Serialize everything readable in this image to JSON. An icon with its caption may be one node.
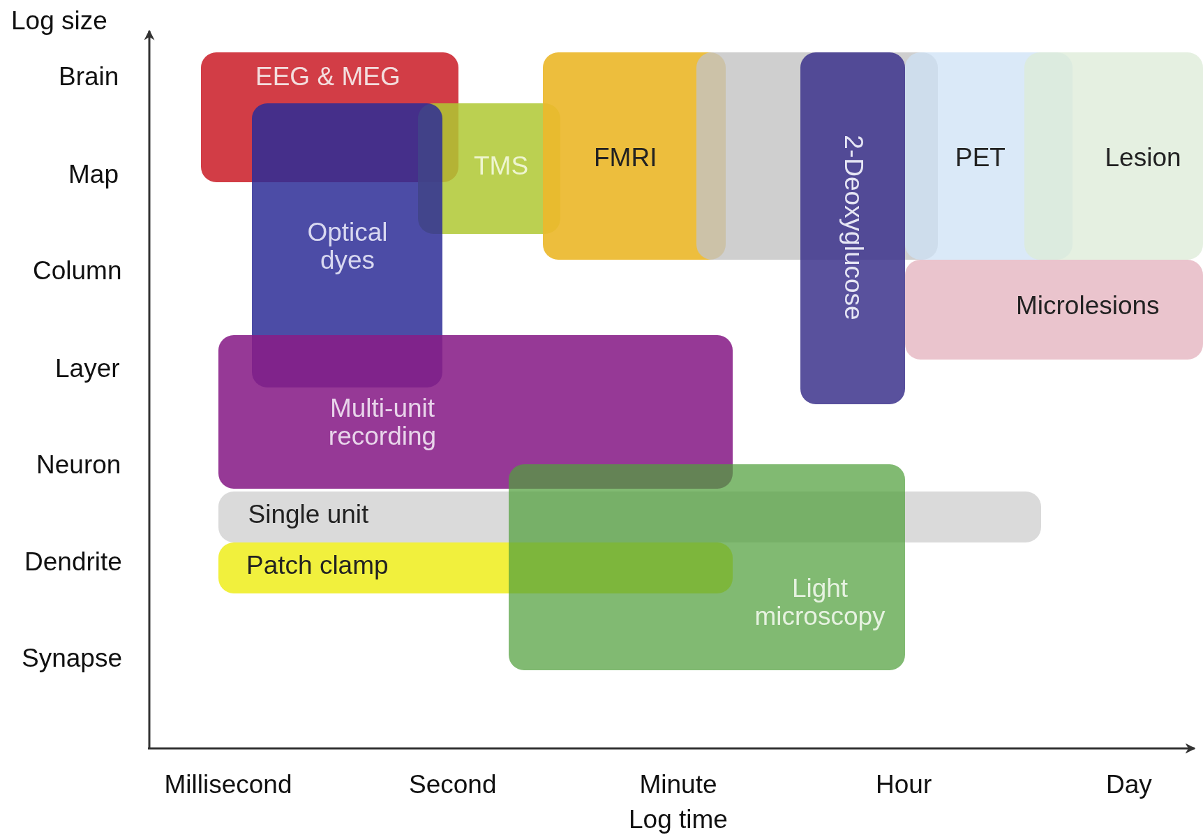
{
  "diagram": {
    "nodes": [
      {
        "text": [
          "EEG & MEG"
        ]
      },
      {
        "text": [
          "TMS"
        ]
      },
      {
        "text": [
          "Optical dyes"
        ]
      },
      {
        "text": [
          "FMRI"
        ]
      },
      {
        "text": [],
        "shape": "box"
      },
      {
        "text": [
          "2-Deoxyglucose"
        ]
      },
      {
        "text": [
          "PET"
        ]
      },
      {
        "text": [
          "Lesion"
        ]
      },
      {
        "text": [
          "Microlesions"
        ]
      },
      {
        "text": [
          "Multi-unit recording"
        ]
      },
      {
        "text": [
          "Single unit"
        ]
      },
      {
        "text": [
          "Patch clamp"
        ]
      },
      {
        "text": [
          "Light microscopy"
        ]
      }
    ],
    "edges": [],
    "labels": [
      "Log size",
      "Brain",
      "Map",
      "Column",
      "Layer",
      "Neuron",
      "Dendrite",
      "Synapse",
      "Millisecond",
      "Second",
      "Minute",
      "Hour",
      "Day",
      "Log time"
    ]
  }
}
